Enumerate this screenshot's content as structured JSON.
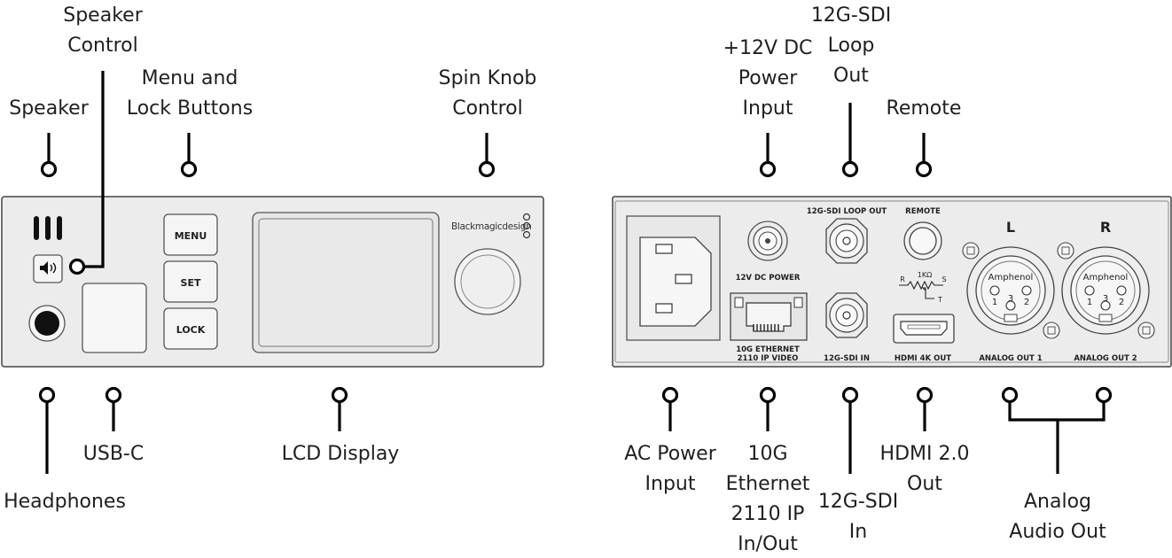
{
  "front_callouts": {
    "speaker": "Speaker",
    "speaker_control": [
      "Speaker",
      "Control"
    ],
    "menu_lock": [
      "Menu and",
      "Lock Buttons"
    ],
    "spin_knob": [
      "Spin Knob",
      "Control"
    ],
    "headphones": "Headphones",
    "usbc": "USB-C",
    "lcd": "LCD Display"
  },
  "rear_callouts": {
    "dc_power": [
      "+12V DC",
      "Power",
      "Input"
    ],
    "sdi_loop": [
      "12G-SDI",
      "Loop",
      "Out"
    ],
    "remote": "Remote",
    "ac_power": [
      "AC Power",
      "Input"
    ],
    "ethernet": [
      "10G",
      "Ethernet",
      "2110 IP",
      "In/Out"
    ],
    "sdi_in": [
      "12G-SDI",
      "In"
    ],
    "hdmi": [
      "HDMI 2.0",
      "Out"
    ],
    "analog": [
      "Analog",
      "Audio Out"
    ]
  },
  "front_panel": {
    "brand": "Blackmagicdesign",
    "buttons": [
      "MENU",
      "SET",
      "LOCK"
    ]
  },
  "rear_panel": {
    "dc_power": "12V DC POWER",
    "ethernet": [
      "10G ETHERNET",
      "2110 IP VIDEO"
    ],
    "sdi_loop": "12G-SDI LOOP OUT",
    "sdi_in": "12G-SDI IN",
    "remote": "REMOTE",
    "remote_diagram": [
      "R",
      "1KΩ",
      "S",
      "T"
    ],
    "hdmi": "HDMI 4K OUT",
    "channel_l": "L",
    "channel_r": "R",
    "xlr_brand": "Amphenol",
    "xlr_pins": [
      "1",
      "3",
      "2"
    ],
    "analog1": "ANALOG OUT 1",
    "analog2": "ANALOG OUT 2"
  }
}
